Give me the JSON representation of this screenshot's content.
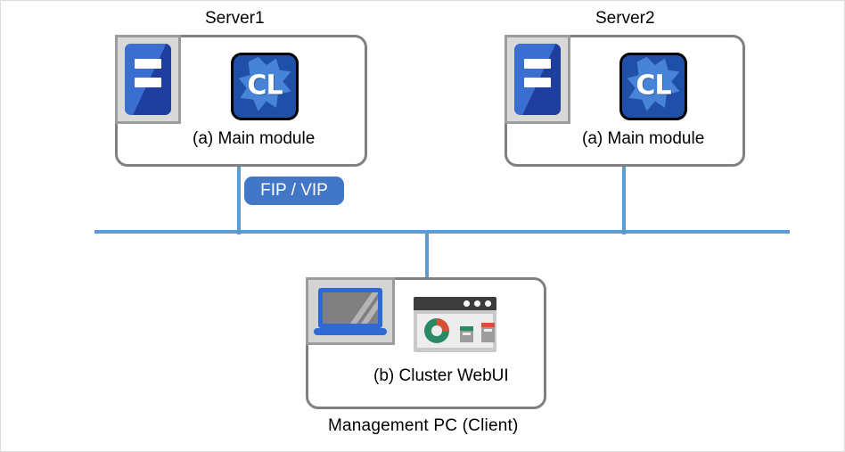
{
  "diagram": {
    "type": "cluster-architecture-diagram",
    "background": "#ffffff",
    "border_color": "#dcdcdc"
  },
  "colors": {
    "box_border": "#808080",
    "network_line": "#5b9bd5",
    "badge_background": "#4277c8",
    "badge_text": "#ffffff",
    "server_icon_blue": "#1f3f9e",
    "server_icon_panel": "#d9d9d9",
    "cl_icon_blue": "#1f4fa8",
    "laptop_blue": "#2f6ad4",
    "browser_titlebar": "#3c3c3c",
    "donut_green": "#2b8a63",
    "donut_red": "#d94f36",
    "text": "#000000"
  },
  "nodes": {
    "server1": {
      "title": "Server1",
      "module_label": "(a) Main module",
      "server_icon_name": "server-icon",
      "app_icon_name": "clusterpro-cl-icon",
      "app_icon_text": "CL"
    },
    "server2": {
      "title": "Server2",
      "module_label": "(a) Main module",
      "server_icon_name": "server-icon",
      "app_icon_name": "clusterpro-cl-icon",
      "app_icon_text": "CL"
    },
    "management_pc": {
      "title": "Management PC (Client)",
      "module_label": "(b) Cluster WebUI",
      "laptop_icon_name": "laptop-icon",
      "browser_icon_name": "browser-webui-icon"
    }
  },
  "network": {
    "badge_label": "FIP / VIP",
    "bus_name": "network-bus-line",
    "connectors": [
      "server1-network-connector",
      "server2-network-connector",
      "management-pc-network-connector"
    ]
  }
}
